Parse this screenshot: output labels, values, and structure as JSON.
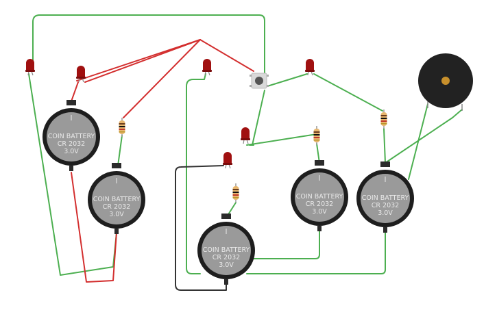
{
  "colors": {
    "wire_green": "#4caf50",
    "wire_red": "#d32f2f",
    "wire_black": "#333333",
    "led": "#a01010",
    "battery_body": "#1e1e1e",
    "battery_face": "#9a9a9a",
    "buzzer": "#222222",
    "buzzer_center": "#c8902c"
  },
  "components": {
    "battery_label": {
      "line1": "COIN BATTERY",
      "line2": "CR 2032",
      "line3": "3.0V"
    },
    "batteries": [
      {
        "id": "battery-1",
        "label_ref": "battery_label"
      },
      {
        "id": "battery-2",
        "label_ref": "battery_label"
      },
      {
        "id": "battery-3",
        "label_ref": "battery_label"
      },
      {
        "id": "battery-4",
        "label_ref": "battery_label"
      },
      {
        "id": "battery-5",
        "label_ref": "battery_label"
      }
    ],
    "led_count": 6,
    "resistor_count": 4,
    "pushbutton_count": 1,
    "buzzer_count": 1
  }
}
